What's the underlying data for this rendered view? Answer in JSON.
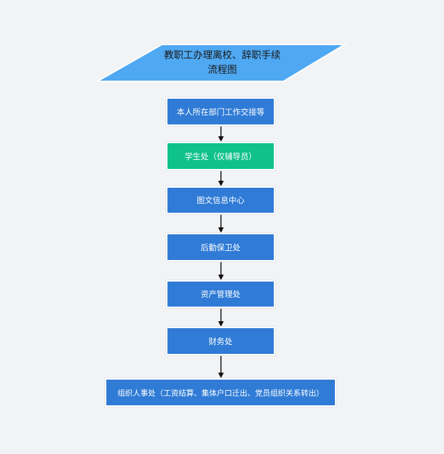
{
  "title": {
    "line1": "教职工办理离校、辞职手续",
    "line2": "流程图",
    "color": "#4fa8f2"
  },
  "steps": [
    {
      "label": "本人所在部门工作交接等",
      "color": "#2f7bd6"
    },
    {
      "label": "学生处（仅辅导员）",
      "color": "#0fc28a"
    },
    {
      "label": "图文信息中心",
      "color": "#2f7bd6"
    },
    {
      "label": "后勤保卫处",
      "color": "#2f7bd6"
    },
    {
      "label": "资产管理处",
      "color": "#2f7bd6"
    },
    {
      "label": "财务处",
      "color": "#2f7bd6"
    },
    {
      "label": "组织人事处（工资结算、集体户口迁出、党员组织关系转出）",
      "color": "#2f7bd6"
    }
  ]
}
